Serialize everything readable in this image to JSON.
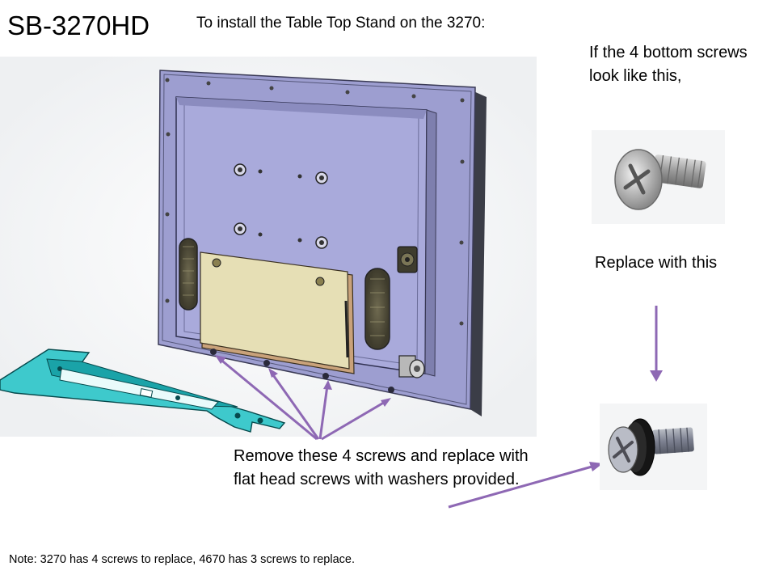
{
  "title": "SB-3270HD",
  "subtitle": "To install the Table Top Stand on the 3270:",
  "notes": {
    "bottom_screws": "If the 4 bottom screws look like this,",
    "replace_with": "Replace with this",
    "remove_instruction": "Remove these 4 screws and replace with flat head screws with washers provided."
  },
  "footnote": "Note: 3270 has 4 screws to replace, 4670 has 3 screws to replace.",
  "colors": {
    "monitor_body": "#9d9ed0",
    "monitor_panel": "#a9aadb",
    "pcb_board": "#e6dfb5",
    "stand": "#3ec9cc",
    "arrow": "#8e68b4"
  }
}
